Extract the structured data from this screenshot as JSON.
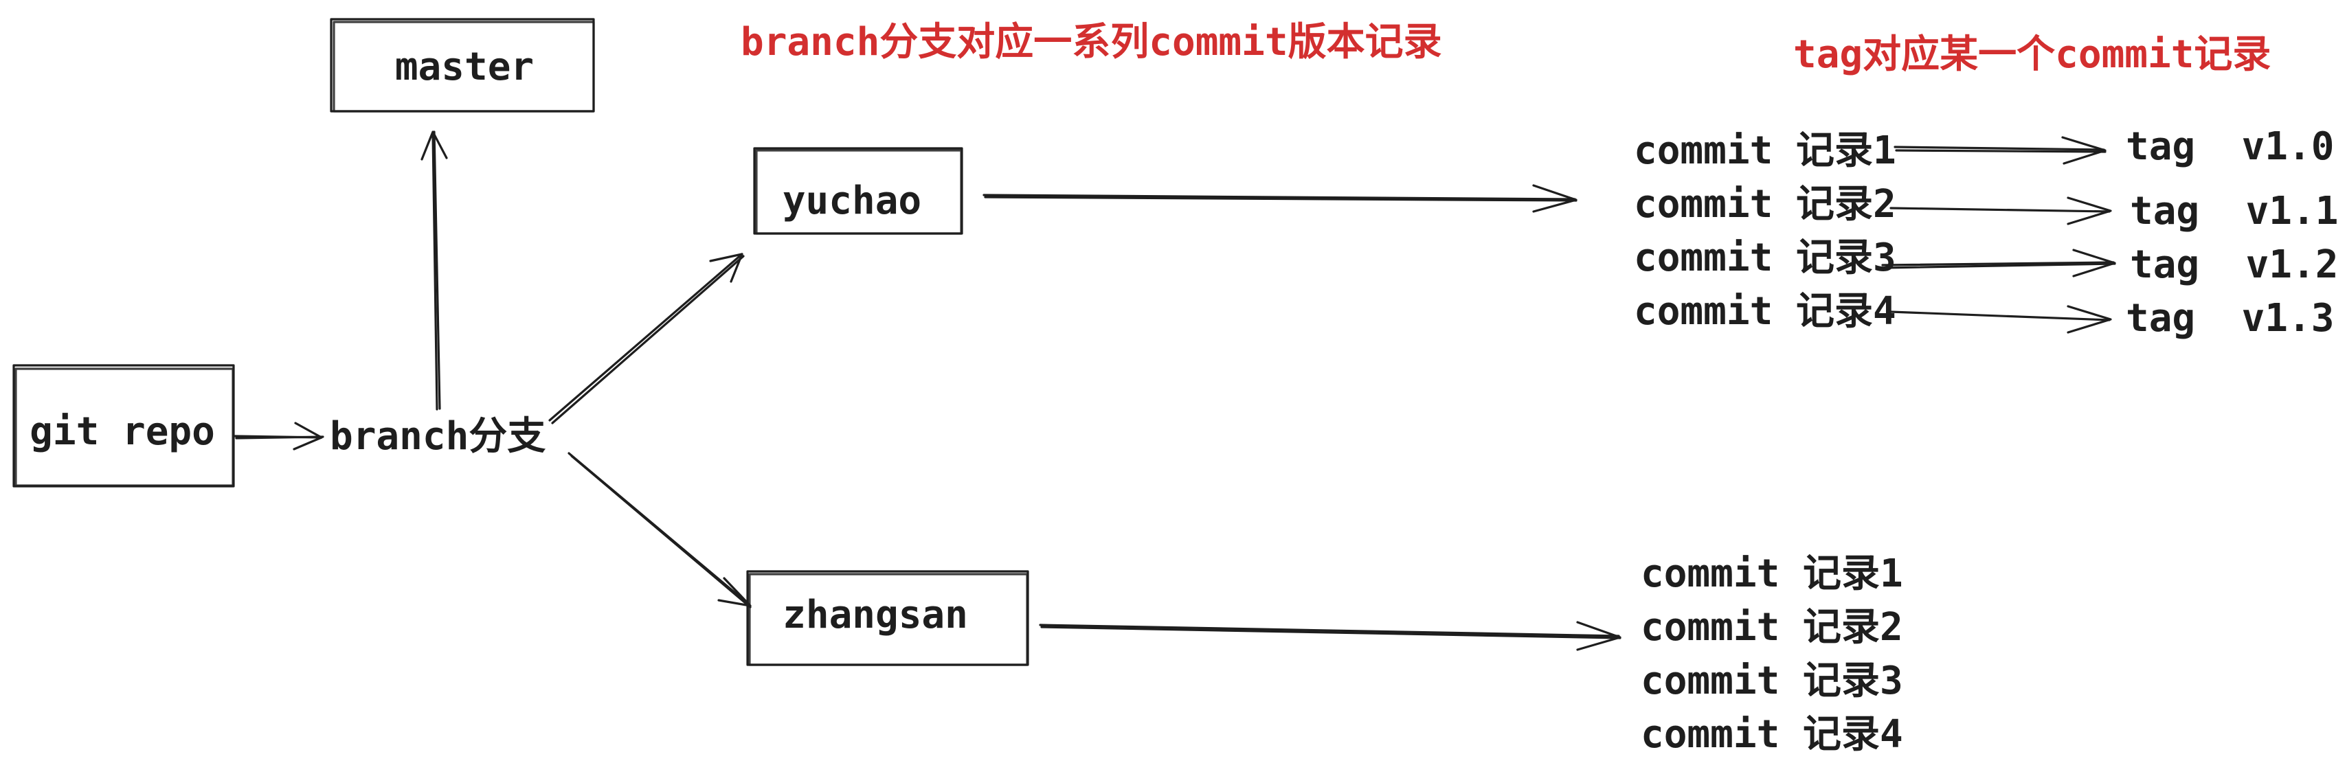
{
  "colors": {
    "ink": "#1e1e1e",
    "note": "#d32f2f",
    "background": "#ffffff"
  },
  "nodes": {
    "git_repo": "git repo",
    "branch": "branch分支",
    "master": "master",
    "yuchao": "yuchao",
    "zhangsan": "zhangsan"
  },
  "notes": {
    "branch_note": "branch分支对应一系列commit版本记录",
    "tag_note": "tag对应某一个commit记录"
  },
  "yuchao_commits": [
    "commit 记录1",
    "commit 记录2",
    "commit 记录3",
    "commit 记录4"
  ],
  "zhangsan_commits": [
    "commit 记录1",
    "commit 记录2",
    "commit 记录3",
    "commit 记录4"
  ],
  "tags": [
    "tag  v1.0",
    "tag  v1.1",
    "tag  v1.2",
    "tag  v1.3"
  ]
}
